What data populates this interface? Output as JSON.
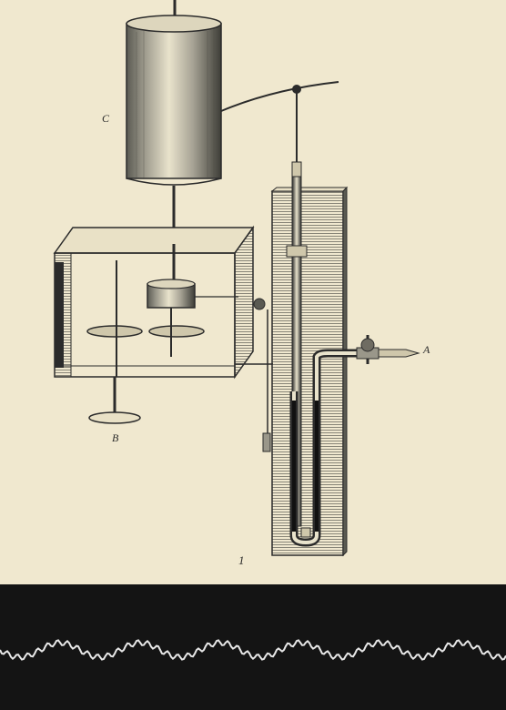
{
  "labels": {
    "c": "C",
    "b": "B",
    "a": "A",
    "figure_number": "1"
  },
  "colors": {
    "paper": "#f0e8cf",
    "ink": "#2b2b2b",
    "band": "#141414",
    "trace": "#e8e8e8"
  },
  "icons": {
    "recording-drum": "drum-icon",
    "clockwork-box": "gear-box-icon",
    "manometer": "u-tube-icon",
    "stopcock": "tap-icon"
  }
}
